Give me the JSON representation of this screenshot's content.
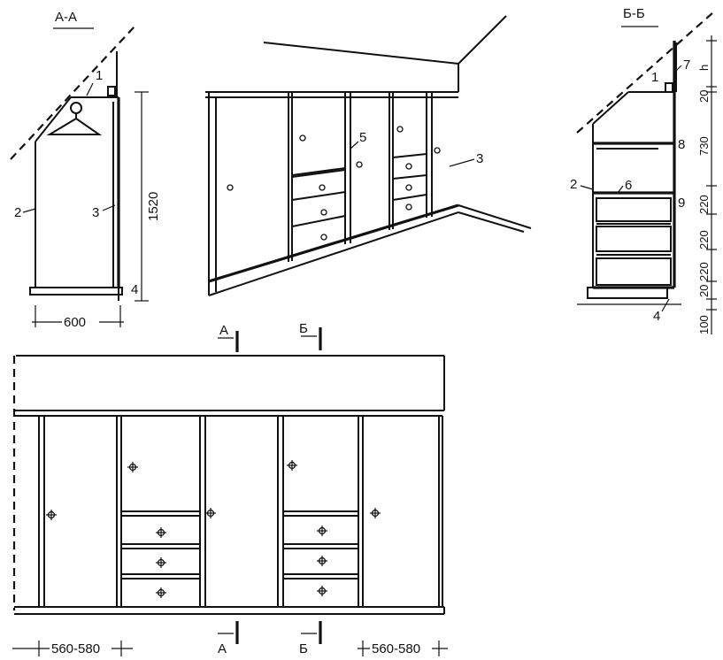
{
  "sections": {
    "aa": {
      "title": "А-А",
      "width": "600",
      "height": "1520",
      "callouts": [
        "1",
        "2",
        "3",
        "4"
      ]
    },
    "bb": {
      "title": "Б-Б",
      "dims": [
        "h",
        "20",
        "730",
        "220",
        "220",
        "220",
        "20",
        "100"
      ],
      "callouts": [
        "7",
        "1",
        "8",
        "2",
        "6",
        "9",
        "4"
      ]
    }
  },
  "perspective": {
    "callouts": [
      "5",
      "3"
    ]
  },
  "front": {
    "cut_labels": [
      "А",
      "Б",
      "А",
      "Б"
    ],
    "dim_left": "560-580",
    "dim_right": "560-580"
  }
}
